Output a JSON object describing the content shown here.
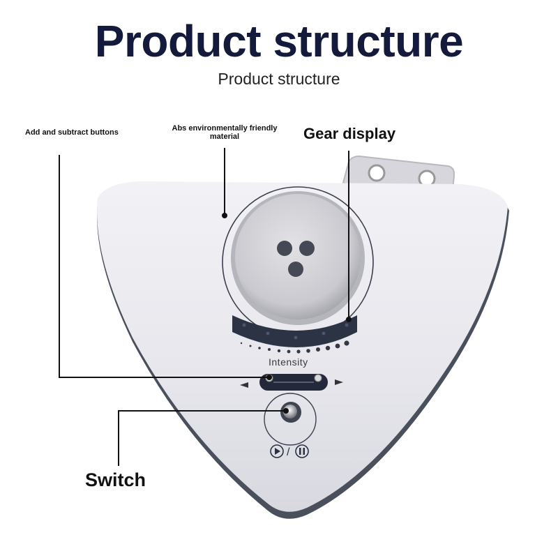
{
  "header": {
    "title": "Product structure",
    "subtitle": "Product structure"
  },
  "callouts": {
    "add_subtract": "Add and subtract buttons",
    "abs_line1": "Abs environmentally friendly",
    "abs_line2": "material",
    "gear_display": "Gear display",
    "switch": "Switch"
  },
  "device": {
    "intensity_label": "Intensity",
    "play_pause_separator": "/",
    "colors": {
      "body": "#e8e8ee",
      "display_panel": "#2b3345",
      "text": "#141a3c"
    }
  }
}
